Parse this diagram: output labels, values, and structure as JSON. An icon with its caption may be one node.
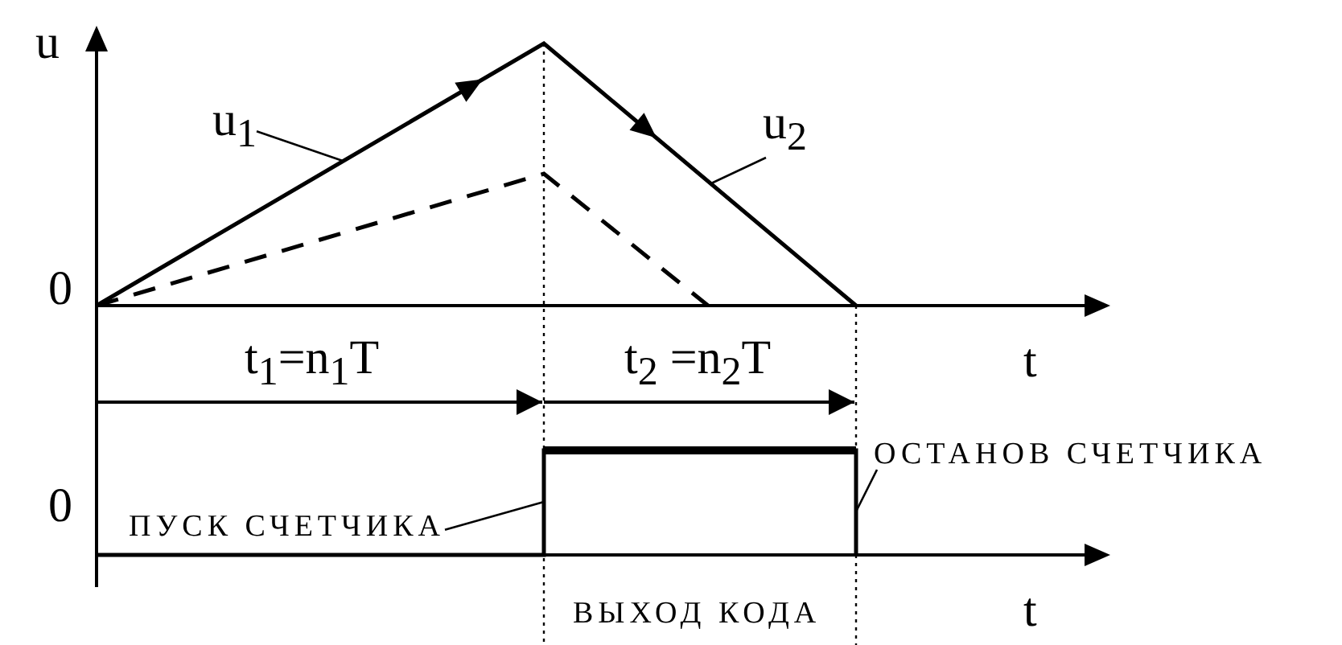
{
  "diagram": {
    "nodes": [
      {
        "text": [
          "u$_{1}$"
        ]
      },
      {
        "text": [
          "u$_{2}$"
        ]
      },
      {
        "text": [
          "ПУСК СЧЕТЧИКА"
        ]
      },
      {
        "text": [
          "ОСТАНОВ СЧЕТЧИКА"
        ]
      }
    ],
    "edges": [
      {
        "from": 0,
        "to": null,
        "arrow": "none"
      },
      {
        "from": 1,
        "to": null,
        "arrow": "none"
      },
      {
        "from": 2,
        "to": null,
        "arrow": "none"
      },
      {
        "from": 3,
        "to": null,
        "arrow": "none"
      }
    ],
    "labels": [
      "u",
      "0",
      "t",
      "t$_{1}$=n$_{1}$T",
      "t$_{2}$ =n$_{2}$T",
      "0",
      "t",
      "ВЫХОД КОДА"
    ]
  }
}
